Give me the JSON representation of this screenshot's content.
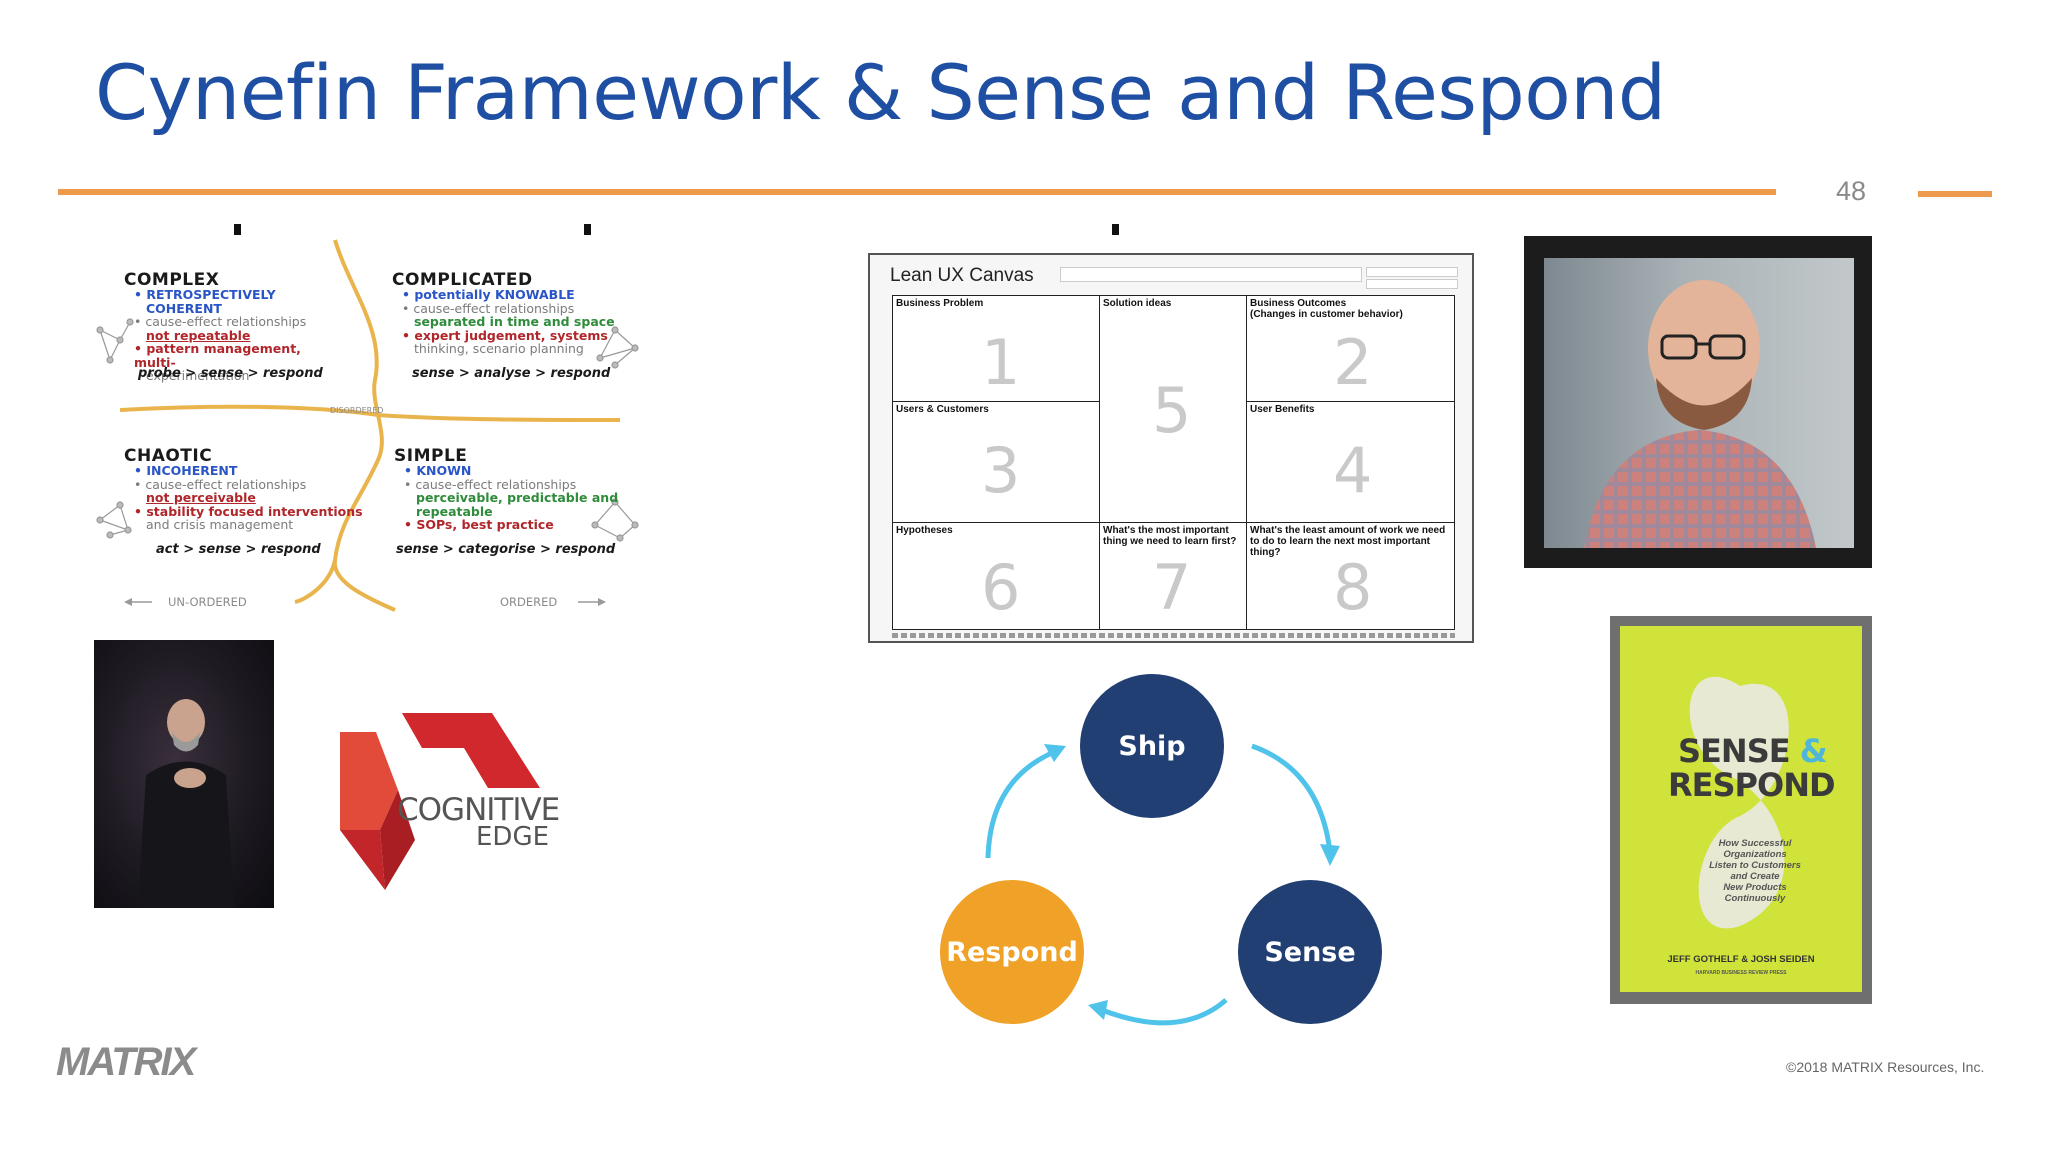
{
  "slide": {
    "title": "Cynefin Framework & Sense and Respond",
    "page_number": "48",
    "copyright": "©2018 MATRIX Resources, Inc.",
    "logo": "MATRIX"
  },
  "cynefin": {
    "complex": {
      "heading": "COMPLEX",
      "b1": "• RETROSPECTIVELY",
      "b1b": "COHERENT",
      "b2": "• cause-effect relationships",
      "b2b": "not repeatable",
      "b3": "• pattern management, multi-",
      "b3b": "experimentation",
      "seq": "probe > sense > respond"
    },
    "complicated": {
      "heading": "COMPLICATED",
      "b1": "• potentially KNOWABLE",
      "b2": "• cause-effect relationships",
      "b2b": "separated in time and space",
      "b3": "• expert judgement, systems",
      "b3b": "thinking, scenario planning",
      "seq": "sense > analyse > respond"
    },
    "chaotic": {
      "heading": "CHAOTIC",
      "b1": "• INCOHERENT",
      "b2": "• cause-effect relationships",
      "b2b": "not perceivable",
      "b3": "• stability focused interventions",
      "b3b": "and crisis management",
      "seq": "act > sense > respond"
    },
    "simple": {
      "heading": "SIMPLE",
      "b1": "• KNOWN",
      "b2": "• cause-effect relationships",
      "b2b": "perceivable, predictable and",
      "b2c": "repeatable",
      "b3": "• SOPs, best practice",
      "seq": "sense > categorise > respond"
    },
    "disordered": "DISORDERED",
    "unordered": "UN-ORDERED",
    "ordered": "ORDERED"
  },
  "cognitive_edge": {
    "line1": "COGNITIVE",
    "line2": "EDGE",
    "color": "#d0282c"
  },
  "lean_canvas": {
    "title": "Lean UX Canvas",
    "cells": {
      "business_problem": "Business Problem",
      "solution_ideas": "Solution ideas",
      "business_outcomes": "Business Outcomes",
      "business_outcomes_sub": "(Changes in customer behavior)",
      "users_customers": "Users & Customers",
      "user_benefits": "User Benefits",
      "hypotheses": "Hypotheses",
      "most_important": "What's the most important thing we need to learn first?",
      "least_work": "What's the least amount of work we need to do to learn the next most important thing?"
    },
    "numbers": [
      "1",
      "2",
      "3",
      "4",
      "5",
      "6",
      "7",
      "8"
    ]
  },
  "cycle": {
    "ship": "Ship",
    "sense": "Sense",
    "respond": "Respond",
    "colors": {
      "ship": "#213f72",
      "sense": "#213f72",
      "respond": "#f0a228",
      "arrow": "#4fc3ea"
    }
  },
  "book": {
    "title1": "SENSE",
    "amp": "&",
    "title2": "RESPOND",
    "subtitle": [
      "How Successful",
      "Organizations",
      "Listen to Customers",
      "and Create",
      "New Products",
      "Continuously"
    ],
    "authors": "JEFF GOTHELF & JOSH SEIDEN",
    "publisher": "HARVARD BUSINESS REVIEW PRESS"
  }
}
